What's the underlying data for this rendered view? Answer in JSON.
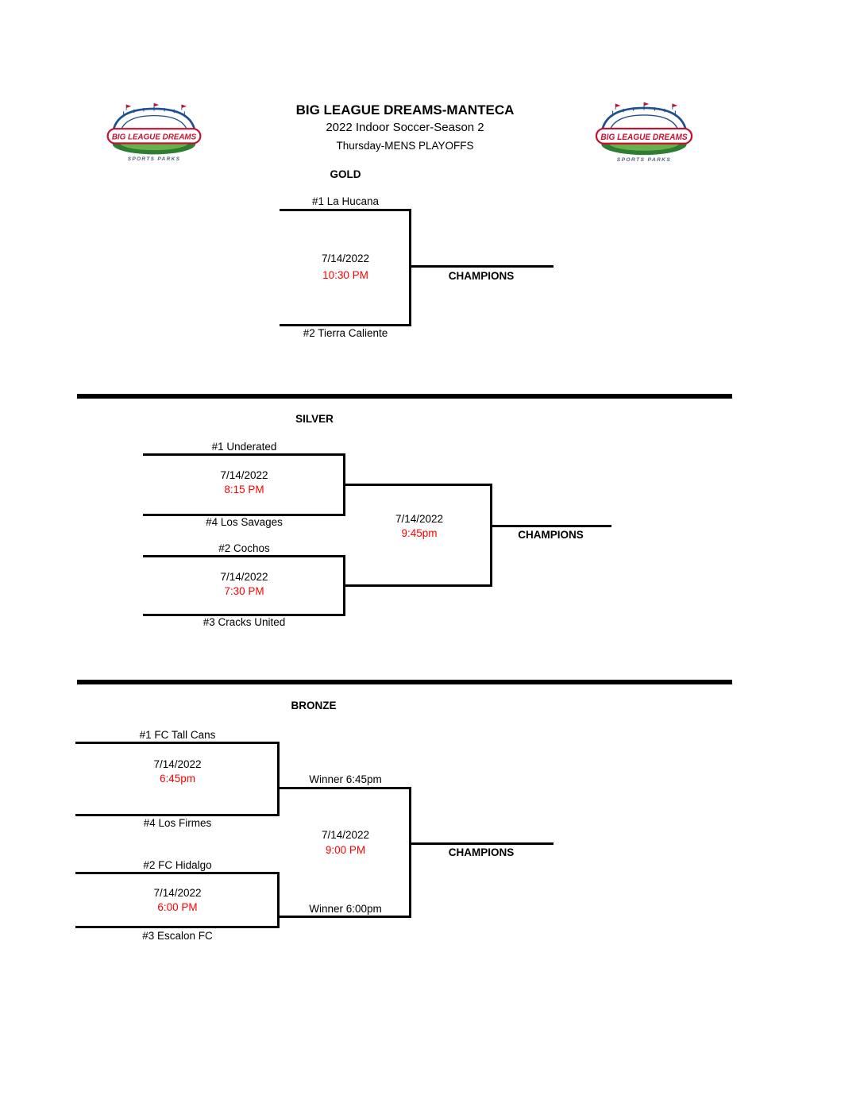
{
  "header": {
    "title": "BIG LEAGUE DREAMS-MANTECA",
    "subtitle": "2022 Indoor Soccer-Season 2",
    "division": "Thursday-MENS PLAYOFFS"
  },
  "logo": {
    "title": "BIG LEAGUE DREAMS",
    "subtitle": "SPORTS PARKS"
  },
  "colors": {
    "time_text": "#ff0000",
    "bracket_line": "#000000",
    "logo_red": "#c8102e",
    "logo_blue": "#1d4f91",
    "logo_green": "#2e7d33"
  },
  "gold": {
    "label": "GOLD",
    "match": {
      "team_top": "#1 La Hucana",
      "team_bottom": "#2 Tierra Caliente",
      "date": "7/14/2022",
      "time": "10:30 PM"
    },
    "champions_label": "CHAMPIONS"
  },
  "silver": {
    "label": "SILVER",
    "match1": {
      "team_top": "#1 Underated",
      "team_bottom": "#4 Los Savages",
      "date": "7/14/2022",
      "time": "8:15 PM"
    },
    "match2": {
      "team_top": "#2 Cochos",
      "team_bottom": "#3 Cracks United",
      "date": "7/14/2022",
      "time": "7:30 PM"
    },
    "final": {
      "date": "7/14/2022",
      "time": "9:45pm"
    },
    "champions_label": "CHAMPIONS"
  },
  "bronze": {
    "label": "BRONZE",
    "match1": {
      "team_top": "#1 FC Tall Cans",
      "team_bottom": "#4 Los Firmes",
      "date": "7/14/2022",
      "time": "6:45pm",
      "winner_label": "Winner 6:45pm"
    },
    "match2": {
      "team_top": "#2 FC Hidalgo",
      "team_bottom": "#3 Escalon FC",
      "date": "7/14/2022",
      "time": "6:00 PM",
      "winner_label": "Winner 6:00pm"
    },
    "final": {
      "date": "7/14/2022",
      "time": "9:00 PM"
    },
    "champions_label": "CHAMPIONS"
  }
}
